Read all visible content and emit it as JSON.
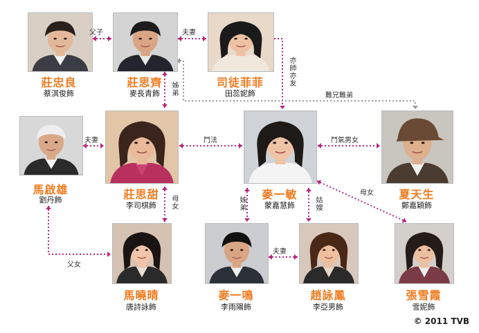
{
  "people": [
    {
      "id": "p1",
      "name": "莊忠良",
      "actor": "蔡淇俊飾"
    },
    {
      "id": "p2",
      "name": "莊思齊",
      "actor": "麥長青飾"
    },
    {
      "id": "p3",
      "name": "司徒菲菲",
      "actor": "田蕊妮飾"
    },
    {
      "id": "p4",
      "name": "馬啟雄",
      "actor": "劉丹飾"
    },
    {
      "id": "p5",
      "name": "莊思甜",
      "actor": "李司棋飾"
    },
    {
      "id": "p6",
      "name": "麥一敏",
      "actor": "蒙嘉慧飾"
    },
    {
      "id": "p7",
      "name": "夏天生",
      "actor": "鄭嘉穎飾"
    },
    {
      "id": "p8",
      "name": "馬曉晴",
      "actor": "唐詩詠飾"
    },
    {
      "id": "p9",
      "name": "麥一鳴",
      "actor": "李雨陽飾"
    },
    {
      "id": "p10",
      "name": "趙詠鳳",
      "actor": "李亞男飾"
    },
    {
      "id": "p11",
      "name": "張雪霞",
      "actor": "雪妮飾"
    }
  ],
  "relations": [
    {
      "id": "r1",
      "label": "父子"
    },
    {
      "id": "r2",
      "label": "夫妻"
    },
    {
      "id": "r3",
      "label": "亦師亦友"
    },
    {
      "id": "r4",
      "label": "姊弟"
    },
    {
      "id": "r5",
      "label": "難兄難弟"
    },
    {
      "id": "r6",
      "label": "夫妻"
    },
    {
      "id": "r7",
      "label": "鬥法"
    },
    {
      "id": "r8",
      "label": "鬥氣男女"
    },
    {
      "id": "r9",
      "label": "母女"
    },
    {
      "id": "r10",
      "label": "母女"
    },
    {
      "id": "r11",
      "label": "姊弟"
    },
    {
      "id": "r12",
      "label": "姑嫂"
    },
    {
      "id": "r13",
      "label": "父女"
    },
    {
      "id": "r14",
      "label": "夫妻"
    }
  ],
  "colors": {
    "name": "#f07a1e",
    "line": "#b6287f",
    "grey_line": "#9a9a9a"
  },
  "copyright": "© 2011 TVB"
}
